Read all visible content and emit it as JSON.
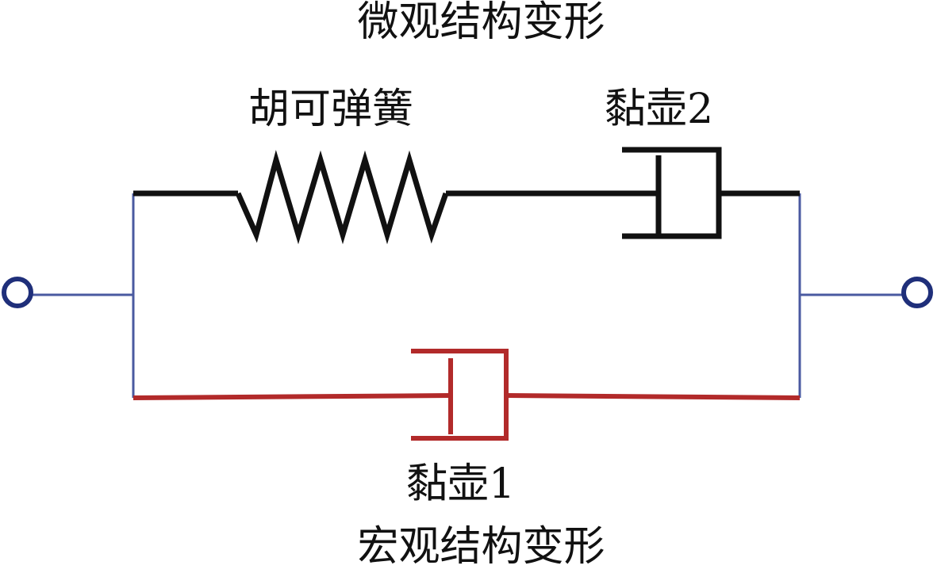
{
  "titles": {
    "top": "微观结构变形",
    "bottom": "宏观结构变形"
  },
  "components": {
    "spring_label": "胡可弹簧",
    "dashpot2_label": "黏壶2",
    "dashpot1_label": "黏壶1"
  },
  "colors": {
    "micro_branch": "#111111",
    "macro_branch": "#b22a2a",
    "frame": "#4a5aa0",
    "background": "#ffffff"
  }
}
